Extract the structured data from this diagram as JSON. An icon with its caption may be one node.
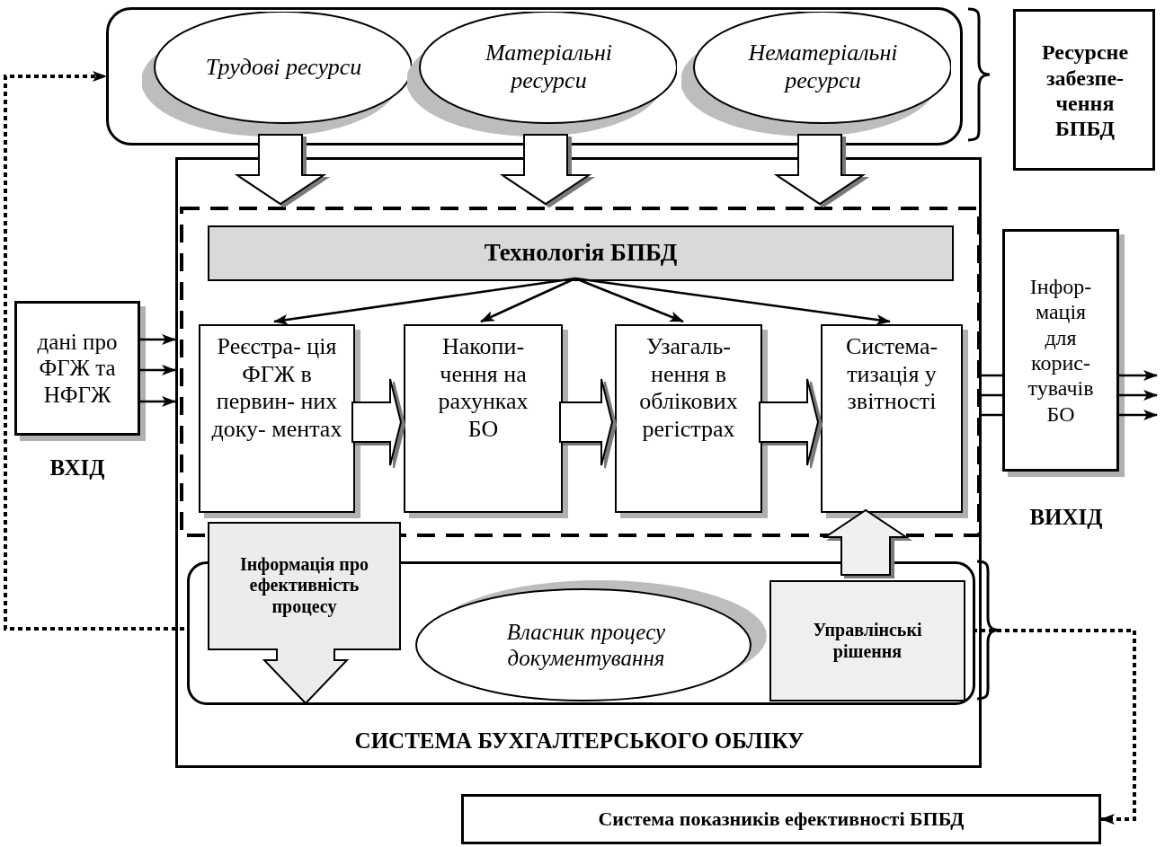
{
  "diagram": {
    "nodes": [
      {
        "text": [],
        "shape": "box"
      },
      {
        "text": [
          "Трудові ресурси"
        ],
        "in": 0
      },
      {
        "text": [
          "Матеріальні ресурси"
        ],
        "in": 0
      },
      {
        "text": [
          "Нематеріальні ресурси"
        ],
        "in": 0
      },
      {
        "text": [
          "Ресурсне забезпе- чення БПБД"
        ]
      },
      {
        "text": [
          "СИСТЕМА БУХГАЛТЕРСЬКОГО ОБЛІКУ"
        ]
      },
      {
        "text": [],
        "shape": "box",
        "in": 5
      },
      {
        "text": [
          "Технологія БПБД"
        ],
        "in": 6
      },
      {
        "text": [
          "Реєстра- ція ФГЖ в первин- них доку- ментах"
        ],
        "in": 6
      },
      {
        "text": [
          "Накопи- чення на рахунках БО"
        ],
        "in": 6
      },
      {
        "text": [
          "Узагаль- нення в облікових регістрах"
        ],
        "in": 6
      },
      {
        "text": [
          "Система- тизація у звітності"
        ],
        "in": 6
      },
      {
        "text": [
          "дані про ФГЖ та НФГЖ"
        ],
        "beside": [
          "ВХІД"
        ]
      },
      {
        "text": [
          "Інфор- мація для корис- тувачів БО"
        ],
        "beside": [
          "ВИХІД"
        ]
      },
      {
        "text": [],
        "shape": "box",
        "in": 5
      },
      {
        "text": [
          "Інформація про ефективність процесу"
        ],
        "in": 5
      },
      {
        "text": [
          "Власник процесу документування"
        ],
        "in": 14
      },
      {
        "text": [
          "Управлінські рішення"
        ],
        "in": 14
      },
      {
        "text": [
          "Система показників ефективності БПБД"
        ]
      }
    ],
    "edges": [
      {
        "from": 1,
        "to": 6,
        "arrow": "to",
        "style": "thick"
      },
      {
        "from": 2,
        "to": 6,
        "arrow": "to",
        "style": "thick"
      },
      {
        "from": 3,
        "to": 6,
        "arrow": "to",
        "style": "thick"
      },
      {
        "from": 7,
        "to": 8,
        "arrow": "to"
      },
      {
        "from": 7,
        "to": 9,
        "arrow": "to"
      },
      {
        "from": 7,
        "to": 10,
        "arrow": "to"
      },
      {
        "from": 7,
        "to": 11,
        "arrow": "to"
      },
      {
        "from": 8,
        "to": 9,
        "arrow": "to",
        "style": "thick"
      },
      {
        "from": 9,
        "to": 10,
        "arrow": "to",
        "style": "thick"
      },
      {
        "from": 10,
        "to": 11,
        "arrow": "to",
        "style": "thick"
      },
      {
        "from": 17,
        "to": 11,
        "arrow": "to",
        "style": "thick"
      },
      {
        "from": 12,
        "to": 5,
        "arrow": "to"
      },
      {
        "from": 12,
        "to": 5,
        "arrow": "to"
      },
      {
        "from": 12,
        "to": 5,
        "arrow": "to"
      },
      {
        "from": 5,
        "to": 13,
        "arrow": "none"
      },
      {
        "from": 5,
        "to": 13,
        "arrow": "none"
      },
      {
        "from": 5,
        "to": 13,
        "arrow": "none"
      },
      {
        "from": 13,
        "to": null,
        "arrow": "to"
      },
      {
        "from": 13,
        "to": null,
        "arrow": "to"
      },
      {
        "from": 13,
        "to": null,
        "arrow": "to"
      },
      {
        "from": 14,
        "to": 0,
        "arrow": "to",
        "style": "dashed"
      },
      {
        "from": 14,
        "to": 18,
        "arrow": "to",
        "style": "dashed"
      }
    ]
  }
}
